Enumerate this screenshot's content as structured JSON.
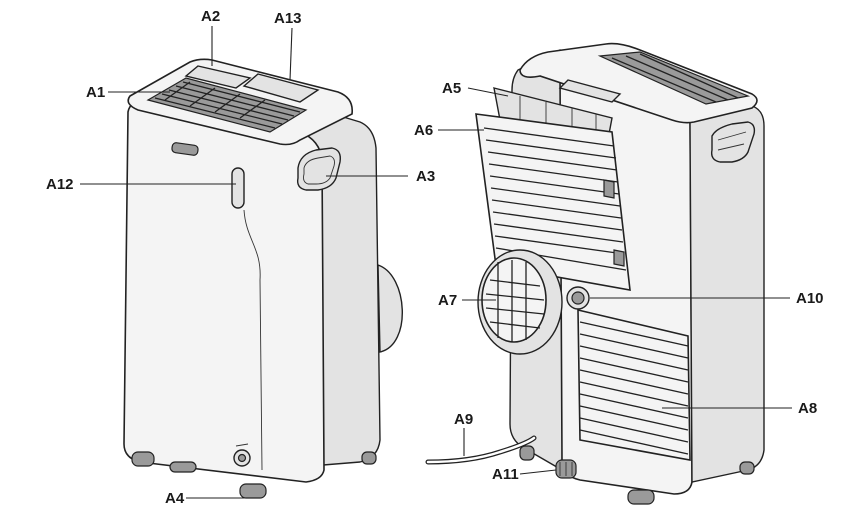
{
  "labels": {
    "a1": "A1",
    "a2": "A2",
    "a3": "A3",
    "a4": "A4",
    "a5": "A5",
    "a6": "A6",
    "a7": "A7",
    "a8": "A8",
    "a9": "A9",
    "a10": "A10",
    "a11": "A11",
    "a12": "A12",
    "a13": "A13"
  }
}
